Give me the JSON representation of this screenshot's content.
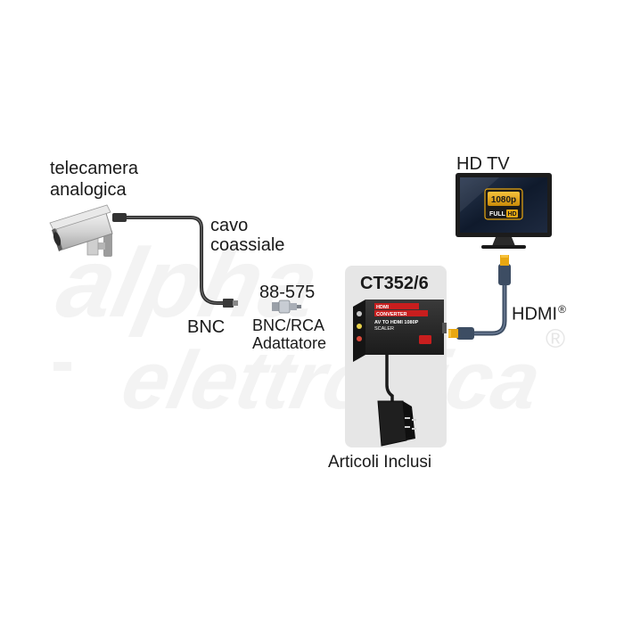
{
  "labels": {
    "camera_line1": "telecamera",
    "camera_line2": "analogica",
    "cable_line1": "cavo",
    "cable_line2": "coassiale",
    "bnc": "BNC",
    "adapter_code": "88-575",
    "adapter_line1": "BNC/RCA",
    "adapter_line2": "Adattatore",
    "model": "CT352/6",
    "included": "Articoli Inclusi",
    "tv": "HD TV",
    "hdmi": "HDMI",
    "hdmi_reg": "®"
  },
  "device_print": {
    "line1": "HDMI",
    "line2": "CONVERTER",
    "line3": "AV TO HDMI 1080P",
    "line4": "SCALER"
  },
  "tv_screen": {
    "resolution": "1080p",
    "full": "FULL",
    "hd": "HD"
  },
  "watermark": {
    "line1": "alpha",
    "line2": "elettronica",
    "reg": "®"
  },
  "colors": {
    "accent_gold": "#e8a712",
    "hdmi_blue": "#3d4d63",
    "device_red": "#c81e1e",
    "panel_gray": "#e6e6e6"
  }
}
